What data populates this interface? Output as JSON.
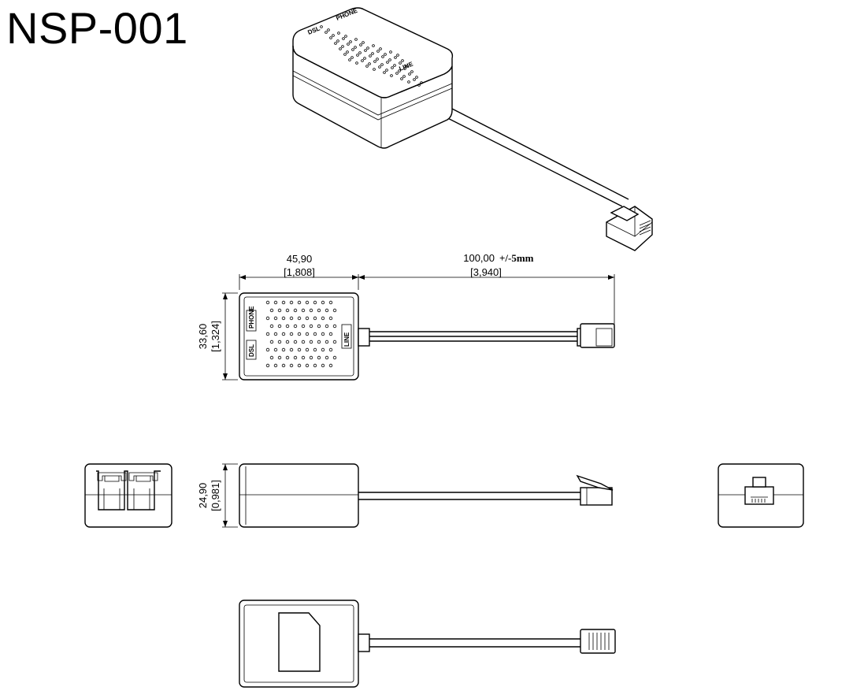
{
  "title": "NSP-001",
  "dimensions": {
    "width_mm": "45,90",
    "width_in": "[1,808]",
    "cable_len_mm": "100,00",
    "cable_tol": "+/-5mm",
    "cable_len_in": "[3,940]",
    "height_mm": "33,60",
    "height_in": "[1,324]",
    "depth_mm": "24,90",
    "depth_in": "[0,981]"
  },
  "port_labels": {
    "phone": "PHONE",
    "dsl": "DSL",
    "line": "LINE"
  }
}
